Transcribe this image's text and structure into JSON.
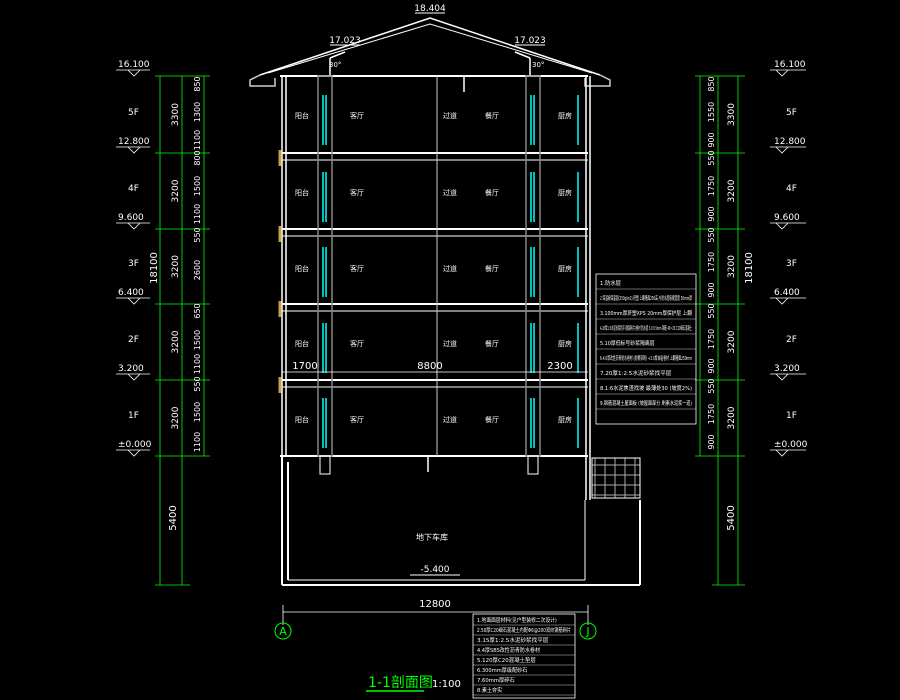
{
  "drawing": {
    "title": "1-1剖面图",
    "scale": "1:100",
    "ridge_elev": "18.404",
    "eave_elev_left": "17.023",
    "eave_elev_right": "17.023",
    "roof_slope_left": "30°",
    "roof_slope_right": "30°",
    "basement_elev": "-5.400",
    "basement_label": "地下车库",
    "axis_left": "A",
    "axis_right": "J",
    "overall_width": "12800",
    "span_left": "1700",
    "span_middle": "8800",
    "span_right": "2300",
    "total_height": "18100",
    "basement_height": "5400"
  },
  "levels": [
    {
      "floor": "",
      "elev": "16.100"
    },
    {
      "floor": "5F",
      "elev": "12.800"
    },
    {
      "floor": "4F",
      "elev": "9.600"
    },
    {
      "floor": "3F",
      "elev": "6.400"
    },
    {
      "floor": "2F",
      "elev": "3.200"
    },
    {
      "floor": "1F",
      "elev": "±0.000"
    }
  ],
  "left_dims_outer": [
    "3300",
    "3200",
    "3200",
    "3200",
    "3200"
  ],
  "left_dims_inner": [
    "850",
    "1300",
    "1100",
    "800",
    "1500",
    "1100",
    "550",
    "2600",
    "650",
    "1500",
    "1100",
    "550",
    "1500",
    "1100"
  ],
  "right_dims_outer": [
    "3300",
    "3200",
    "3200",
    "3200",
    "3200"
  ],
  "right_dims_inner": [
    "850",
    "1550",
    "900",
    "550",
    "1750",
    "900",
    "550",
    "1750",
    "900",
    "550",
    "1750",
    "900",
    "550",
    "1750",
    "900"
  ],
  "room_labels": [
    "阳台",
    "客厅",
    "过道",
    "餐厅",
    "厨房"
  ],
  "roof_notes": [
    "1.防水层",
    "2.保温板保温层(250g/m2) 挤塑 上翻墙面250高,与防水层接缝宽度 50mm厚",
    "3.100mm厚挤塑XPS 20mm厚保护层 上翻",
    "4.20厚1:3水泥砂浆找平(防裂网片)卷材 防水层 3.0 0.5mm 钢筋 40~20 C20细石混凝土",
    "5.10厚低标号砂浆隔离层",
    "6.4.0厚改性沥青防水卷材 (耐根穿刺) +3.0厚自粘卷材 上翻墙面250mm",
    "7.20厚1:2.5水泥砂浆找平层",
    "8.1:6水泥焦渣找坡 最薄处30 (坡度2%)",
    "9.钢筋混凝土屋面板 (坡屋面部分 刷素水泥浆一道)"
  ],
  "floor_notes": [
    "1.地面面层材料(见户型装修二次设计)",
    "2.50厚C20细石混凝土内配Φ6@200双向钢筋网片",
    "3.15厚1:2.5水泥砂浆找平层",
    "4.4厚SBS改性沥青防水卷材",
    "5.120厚C20混凝土垫层",
    "6.300mm厚级配砂石",
    "7.60mm厚碎石",
    "8.素土夯实"
  ],
  "colors": {
    "background": "#000000",
    "line": "#ffffff",
    "dimension": "#00ff00",
    "window": "#00ffff",
    "text": "#ffffff",
    "level_text": "#ffffff",
    "wood": "#c8a050"
  }
}
